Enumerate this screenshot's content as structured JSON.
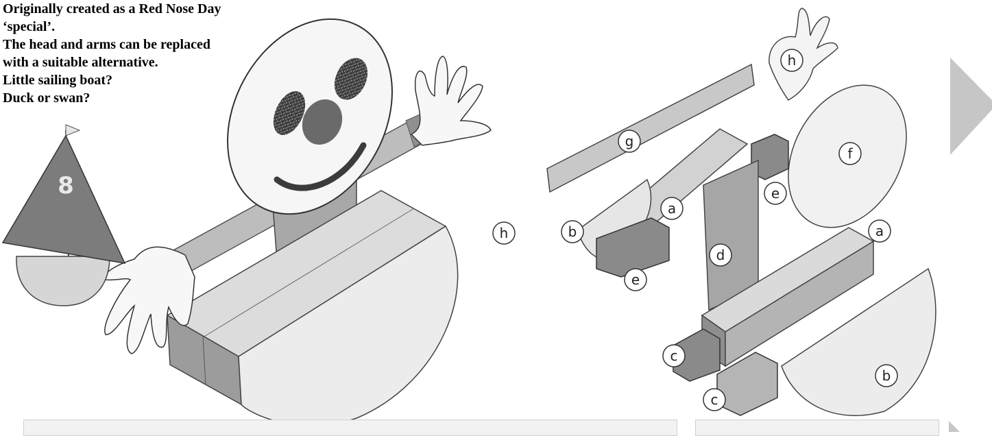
{
  "intro": {
    "lines": [
      "Originally created as a Red Nose Day",
      "‘special’.",
      "The head and arms can be replaced",
      "with a suitable alternative.",
      "Little sailing boat?",
      "Duck or swan?"
    ]
  },
  "boat": {
    "sail_number": "8"
  },
  "parts_labels": {
    "h_left": "h",
    "h_top": "h",
    "g": "g",
    "f": "f",
    "e_upper": "e",
    "e_lower": "e",
    "a_upper": "a",
    "a_right": "a",
    "b_left": "b",
    "b_right": "b",
    "d": "d",
    "c_upper": "c",
    "c_lower": "c"
  },
  "colors": {
    "panel_light": "#f2f2f2",
    "part_face": "#d9d9d9",
    "part_side": "#9a9a9a",
    "part_dark": "#6a6a6a",
    "eye_dark": "#4a4a4a"
  },
  "icons": {
    "next": "next-arrow-icon"
  }
}
